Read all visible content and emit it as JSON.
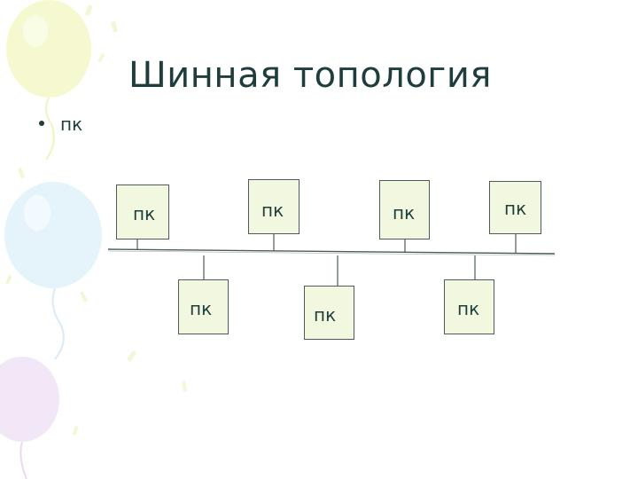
{
  "slide": {
    "title": "Шинная топология",
    "bullet": "пк"
  },
  "nodes": {
    "top1": "пк",
    "top2": "пк",
    "top3": "пк",
    "top4": "пк",
    "bottom1": "пк",
    "bottom2": "пк",
    "bottom3": "пк"
  },
  "colors": {
    "box_fill": "#f2f8e0",
    "line": "#4c5b5b",
    "text": "#1f3d3d"
  }
}
